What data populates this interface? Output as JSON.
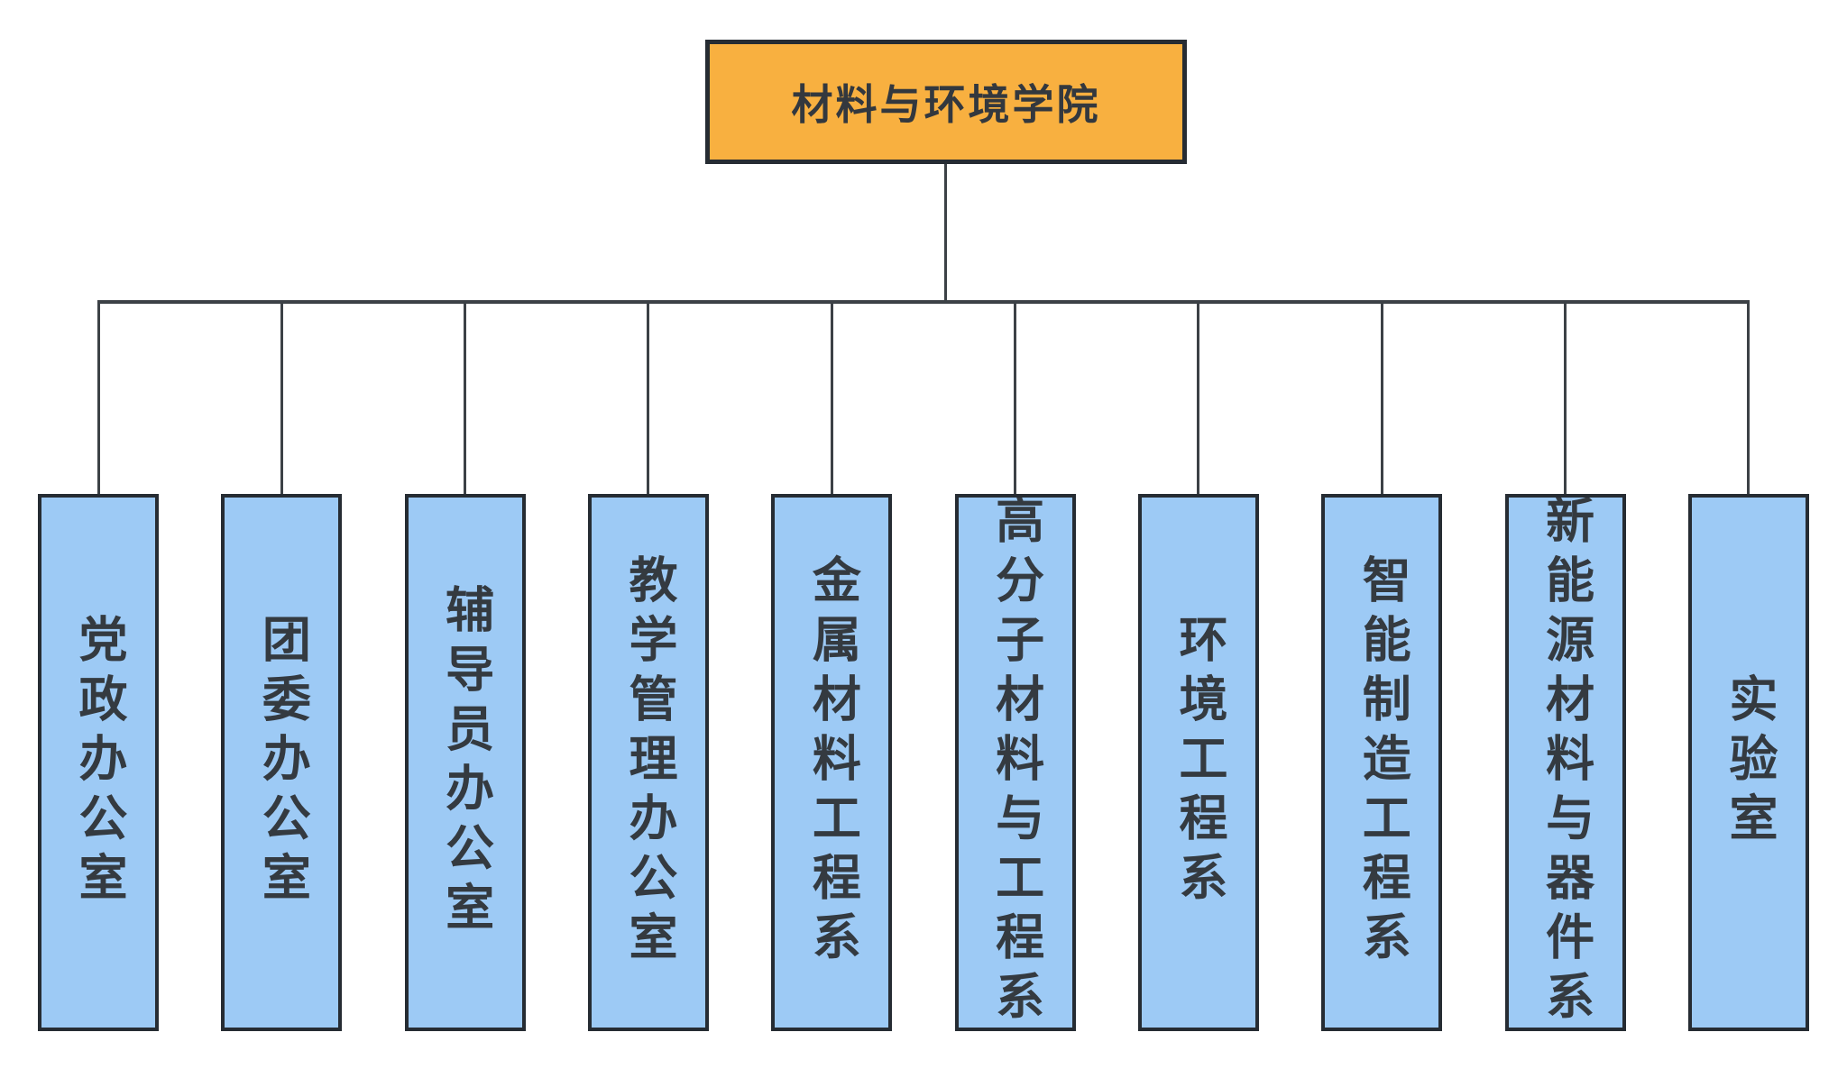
{
  "root": {
    "label": "材料与环境学院"
  },
  "departments": [
    {
      "label": "党政办公室"
    },
    {
      "label": "团委办公室"
    },
    {
      "label": "辅导员办公室"
    },
    {
      "label": "教学管理办公室"
    },
    {
      "label": "金属材料工程系"
    },
    {
      "label": "高分子材料与工程系"
    },
    {
      "label": "环境工程系"
    },
    {
      "label": "智能制造工程系"
    },
    {
      "label": "新能源材料与器件系"
    },
    {
      "label": "实验室"
    }
  ],
  "colors": {
    "root_fill": "#F8B040",
    "department_fill": "#9DCAF5",
    "border": "#262C33",
    "text": "#343A40",
    "connector_line": "#3C4146",
    "background": "#FFFFFF"
  }
}
